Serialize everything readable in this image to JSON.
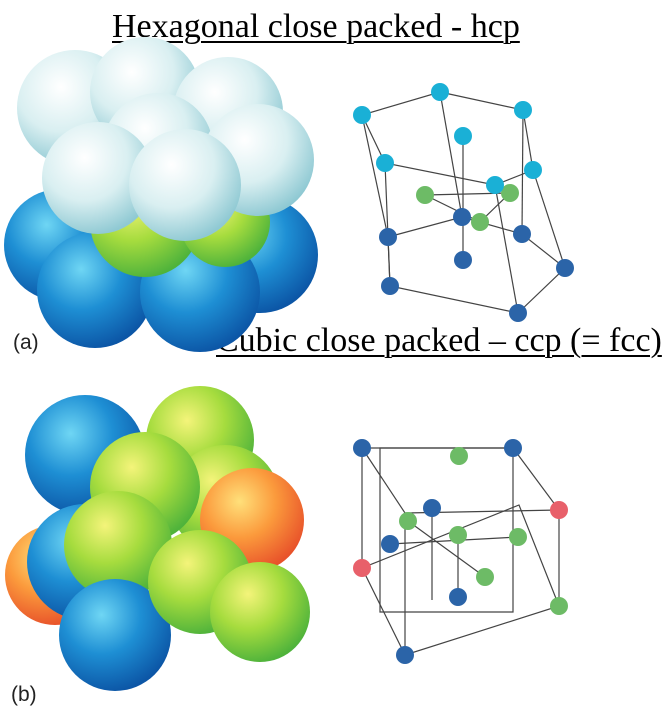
{
  "hcp": {
    "title": "Hexagonal close packed - hcp",
    "panel_label": "(a)",
    "sphere_model": {
      "layers": [
        "light blue",
        "green",
        "blue"
      ]
    },
    "unit_cell": {
      "atom_colors": [
        "#1ab0d6",
        "#6dbb66",
        "#2b64a8"
      ]
    }
  },
  "ccp": {
    "title": "Cubic close packed – ccp (= fcc)",
    "panel_label": "(b)",
    "sphere_model": {
      "layers": [
        "blue",
        "green",
        "orange"
      ]
    },
    "unit_cell": {
      "atom_colors": [
        "#2b64a8",
        "#6dbb66",
        "#e8606a"
      ]
    }
  },
  "colors": {
    "light_blue": "#d7eef0",
    "cyan": "#1ab0d6",
    "green": "#6dbb66",
    "blue": "#2b64a8",
    "orange": "#f07a2c",
    "red": "#e8606a"
  }
}
